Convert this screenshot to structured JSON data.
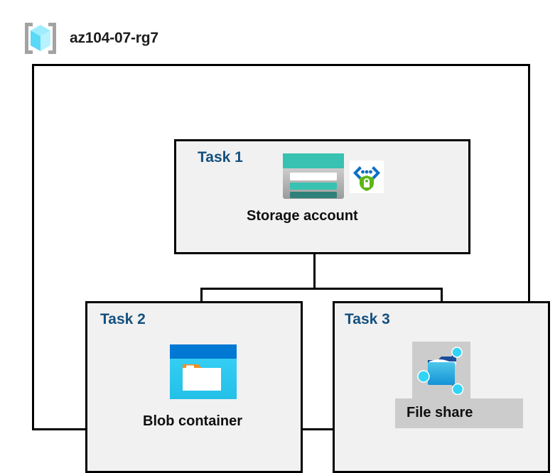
{
  "diagram": {
    "resource_group": {
      "name": "az104-07-rg7",
      "icon": "resource-group-cube-icon"
    },
    "tasks": [
      {
        "id": "task-1",
        "label": "Task 1",
        "node_label": "Storage account",
        "icons": [
          "storage-account-icon",
          "private-endpoint-icon"
        ],
        "highlighted": false
      },
      {
        "id": "task-2",
        "label": "Task 2",
        "node_label": "Blob container",
        "icons": [
          "blob-container-icon"
        ],
        "highlighted": false
      },
      {
        "id": "task-3",
        "label": "Task 3",
        "node_label": "File share",
        "icons": [
          "file-share-icon"
        ],
        "highlighted": true
      }
    ],
    "connections": [
      {
        "from": "task-1",
        "to": "task-2"
      },
      {
        "from": "task-1",
        "to": "task-3"
      }
    ],
    "colors": {
      "task_label": "#14507e",
      "node_label": "#0f0f0f",
      "box_fill": "#f1f1f1",
      "box_border": "#000000",
      "canvas": "#ffffff",
      "highlight_plate": "#cccccc",
      "storage_teal": "#37c2b1",
      "storage_teal_dark": "#2e8078",
      "blob_blue": "#0078d4",
      "blob_cyan": "#32d4f5",
      "blob_orange": "#f78d1e",
      "cube_cyan": "#9cebff",
      "bracket_gray": "#a0a0a0",
      "shield_green": "#5cb615",
      "link_blue": "#0078d4"
    }
  }
}
